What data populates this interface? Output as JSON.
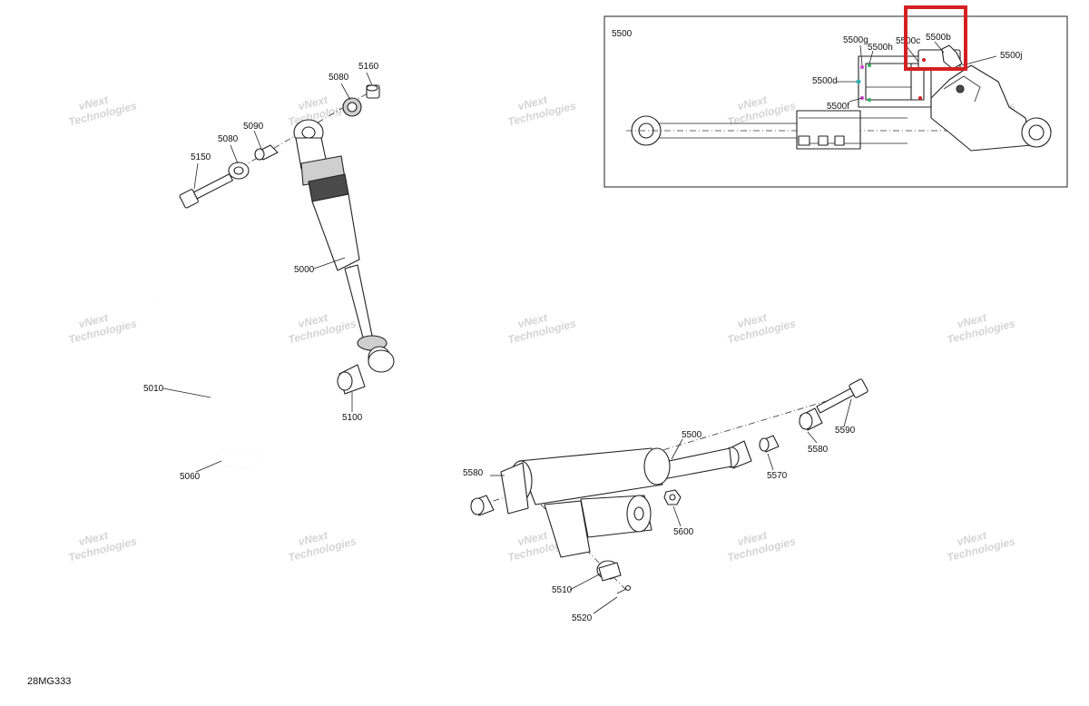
{
  "diagram_id": "28MG333",
  "watermark": {
    "line1": "vNext",
    "line2": "Technologies",
    "combined": "vNext Technologies"
  },
  "inset": {
    "title": "5500",
    "labels": [
      "5500g",
      "5500h",
      "5500c",
      "5500b",
      "5500j",
      "5500d",
      "5500f"
    ],
    "highlight_color": "#d42020"
  },
  "parts": {
    "p5000": "5000",
    "p5010": "5010",
    "p5060": "5060",
    "p5080a": "5080",
    "p5080b": "5080",
    "p5090": "5090",
    "p5100": "5100",
    "p5150": "5150",
    "p5160": "5160",
    "p5500": "5500",
    "p5510": "5510",
    "p5520": "5520",
    "p5570": "5570",
    "p5580a": "5580",
    "p5580b": "5580",
    "p5590": "5590",
    "p5600": "5600"
  }
}
